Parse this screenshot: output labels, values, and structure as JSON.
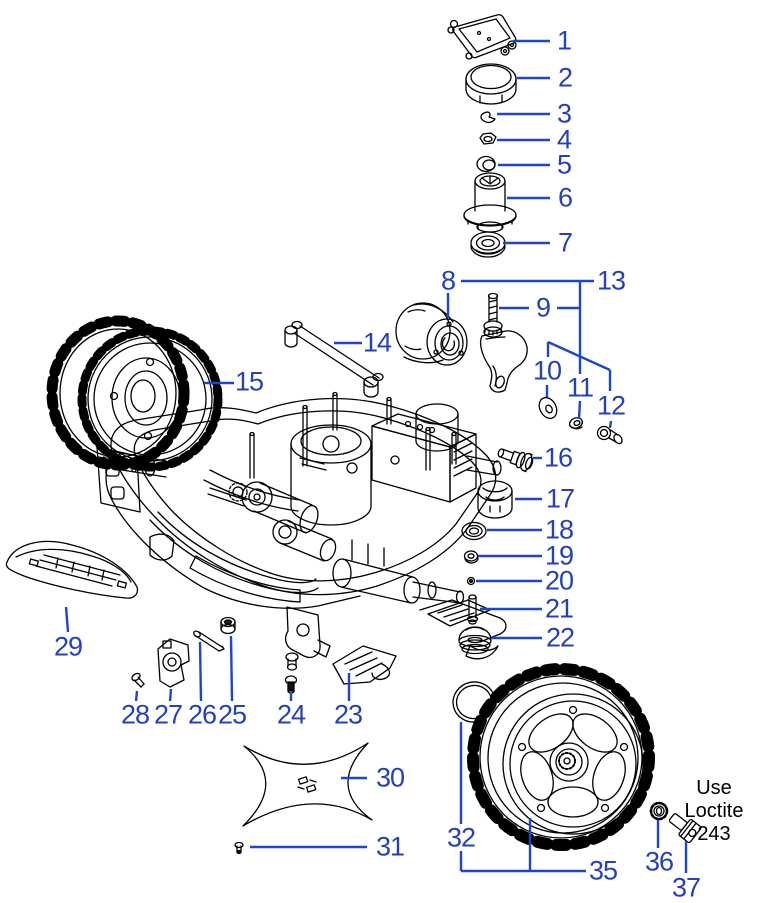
{
  "figure": {
    "kind": "exploded-parts-diagram",
    "background": "#ffffff"
  },
  "colors": {
    "callout_text": "#2441b8",
    "leader_line": "#1c46cc",
    "artwork_line": "#000000"
  },
  "callouts": {
    "1": "1",
    "2": "2",
    "3": "3",
    "4": "4",
    "5": "5",
    "6": "6",
    "7": "7",
    "8": "8",
    "9": "9",
    "10": "10",
    "11": "11",
    "12": "12",
    "13": "13",
    "14": "14",
    "15": "15",
    "16": "16",
    "17": "17",
    "18": "18",
    "19": "19",
    "20": "20",
    "21": "21",
    "22": "22",
    "23": "23",
    "24": "24",
    "25": "25",
    "26": "26",
    "27": "27",
    "28": "28",
    "29": "29",
    "30": "30",
    "31": "31",
    "32": "32",
    "35": "35",
    "36": "36",
    "37": "37"
  },
  "note": {
    "lines": [
      "Use",
      "Loctite",
      "243"
    ]
  }
}
